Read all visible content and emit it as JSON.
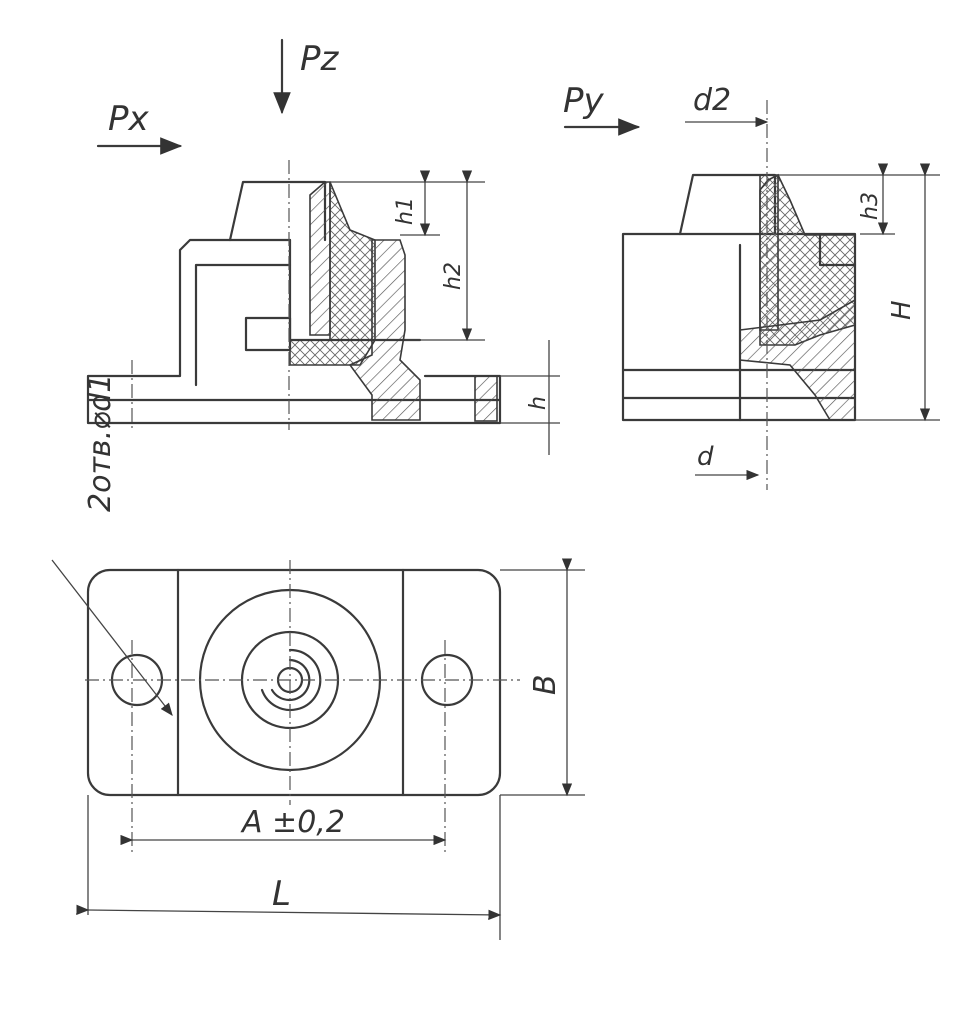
{
  "labels": {
    "pz": "Pz",
    "px": "Px",
    "py": "Py",
    "d2": "d2",
    "h1": "h1",
    "h2": "h2",
    "h3": "h3",
    "h": "h",
    "H": "H",
    "d": "d",
    "holes": "2отв.⌀d1",
    "B": "B",
    "A": "A ±0,2",
    "L": "L"
  }
}
